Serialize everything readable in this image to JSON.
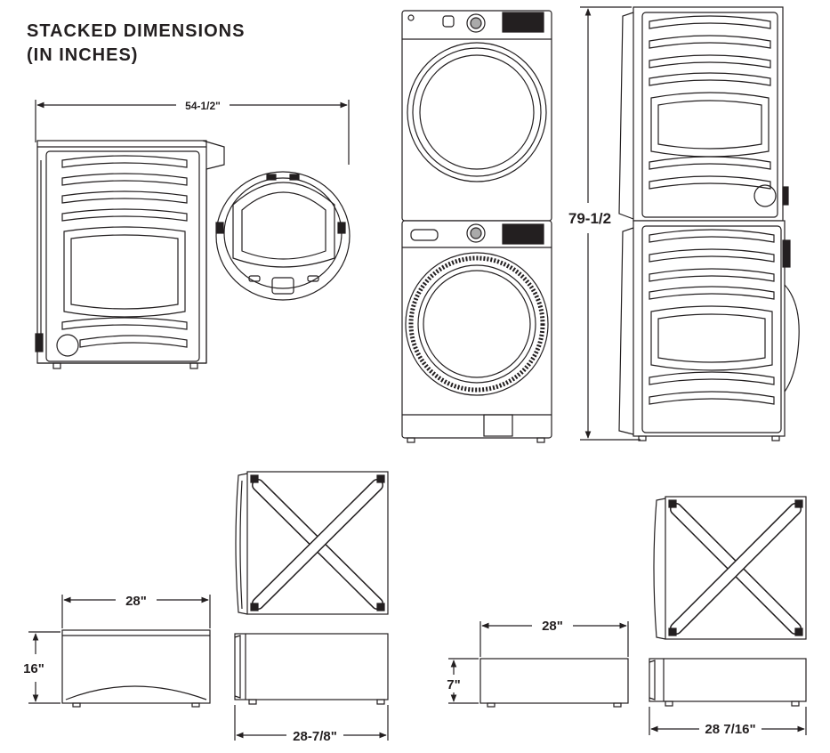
{
  "title": {
    "line1": "STACKED DIMENSIONS",
    "line2": "(IN INCHES)"
  },
  "dimensions": {
    "side_depth_door_open": "54-1/2\"",
    "stacked_height": "79-1/2",
    "pedestal_16_width": "28\"",
    "pedestal_16_height": "16\"",
    "pedestal_16_depth": "28-7/8\"",
    "pedestal_7_width": "28\"",
    "pedestal_7_height": "7\"",
    "pedestal_7_depth": "28 7/16\""
  },
  "colors": {
    "line": "#231f20"
  }
}
